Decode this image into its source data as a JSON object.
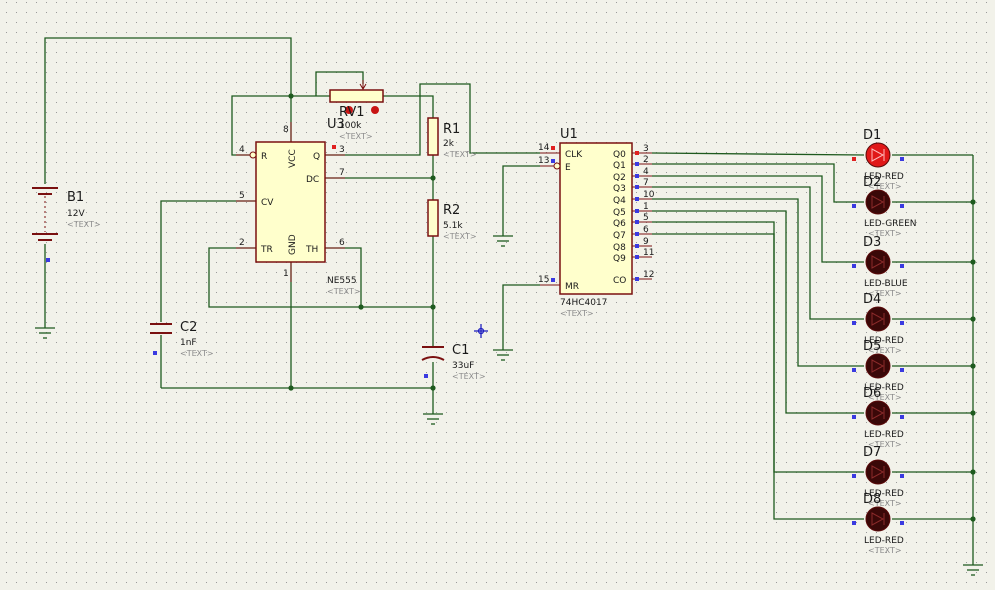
{
  "placeholder": "<TEXT>",
  "battery": {
    "ref": "B1",
    "value": "12V"
  },
  "timer": {
    "ref": "U3",
    "part": "NE555",
    "pins": {
      "r": "R",
      "vcc": "VCC",
      "q": "Q",
      "dc": "DC",
      "cv": "CV",
      "tr": "TR",
      "gnd": "GND",
      "th": "TH"
    },
    "pin_numbers": {
      "r": "4",
      "q": "3",
      "dc": "7",
      "cv": "5",
      "tr": "2",
      "th": "6",
      "vcc": "8",
      "gnd": "1"
    }
  },
  "pot": {
    "ref": "RV1",
    "value": "100k"
  },
  "r1": {
    "ref": "R1",
    "value": "2k"
  },
  "r2": {
    "ref": "R2",
    "value": "5.1k"
  },
  "c1": {
    "ref": "C1",
    "value": "33uF"
  },
  "c2": {
    "ref": "C2",
    "value": "1nF"
  },
  "counter": {
    "ref": "U1",
    "part": "74HC4017",
    "left_pins": [
      {
        "num": "14",
        "name": "CLK"
      },
      {
        "num": "13",
        "name": "E"
      },
      {
        "num": "15",
        "name": "MR"
      }
    ],
    "right_pins": [
      {
        "num": "3",
        "name": "Q0"
      },
      {
        "num": "2",
        "name": "Q1"
      },
      {
        "num": "4",
        "name": "Q2"
      },
      {
        "num": "7",
        "name": "Q3"
      },
      {
        "num": "10",
        "name": "Q4"
      },
      {
        "num": "1",
        "name": "Q5"
      },
      {
        "num": "5",
        "name": "Q6"
      },
      {
        "num": "6",
        "name": "Q7"
      },
      {
        "num": "9",
        "name": "Q8"
      },
      {
        "num": "11",
        "name": "Q9"
      },
      {
        "num": "12",
        "name": "CO"
      }
    ]
  },
  "leds": [
    {
      "ref": "D1",
      "value": "LED-RED",
      "on": true
    },
    {
      "ref": "D2",
      "value": "LED-GREEN",
      "on": false
    },
    {
      "ref": "D3",
      "value": "LED-BLUE",
      "on": false
    },
    {
      "ref": "D4",
      "value": "LED-RED",
      "on": false
    },
    {
      "ref": "D5",
      "value": "LED-RED",
      "on": false
    },
    {
      "ref": "D6",
      "value": "LED-RED",
      "on": false
    },
    {
      "ref": "D7",
      "value": "LED-RED",
      "on": false
    },
    {
      "ref": "D8",
      "value": "LED-RED",
      "on": false
    }
  ],
  "colors": {
    "background": "#f2f2ea",
    "grid_dot": "#9a9a9a",
    "wire": "#1e5a1e",
    "component_outline": "#7a1010",
    "ic_fill": "#ffffcc",
    "led_off": "#3a0808",
    "led_on": "#e01818",
    "pin_low": "#3a3ae0",
    "pin_high": "#e02020",
    "placeholder_text": "#8c8c8c"
  }
}
